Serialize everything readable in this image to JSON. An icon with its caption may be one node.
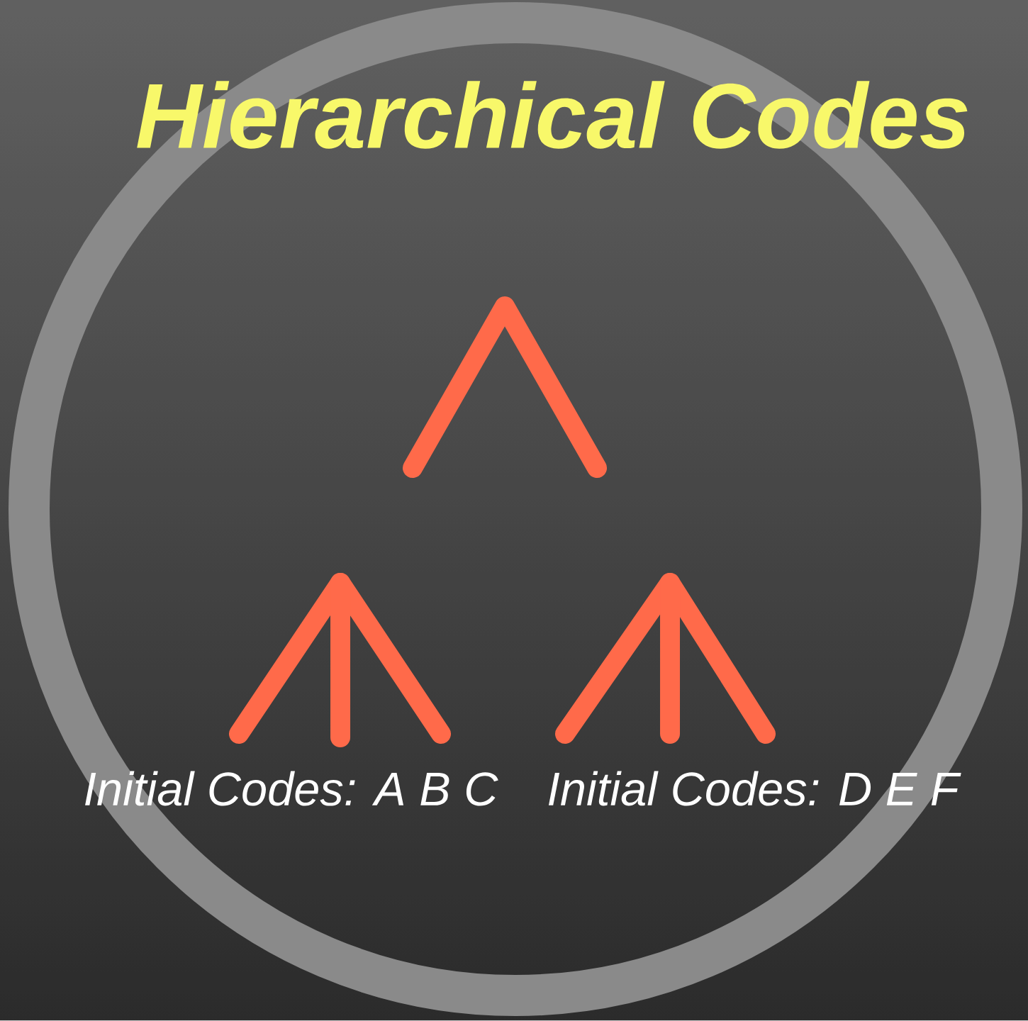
{
  "diagram": {
    "title": "Hierarchical Codes",
    "labels": [
      "Initial Codes: A B C",
      "Initial Codes: D E F"
    ]
  }
}
